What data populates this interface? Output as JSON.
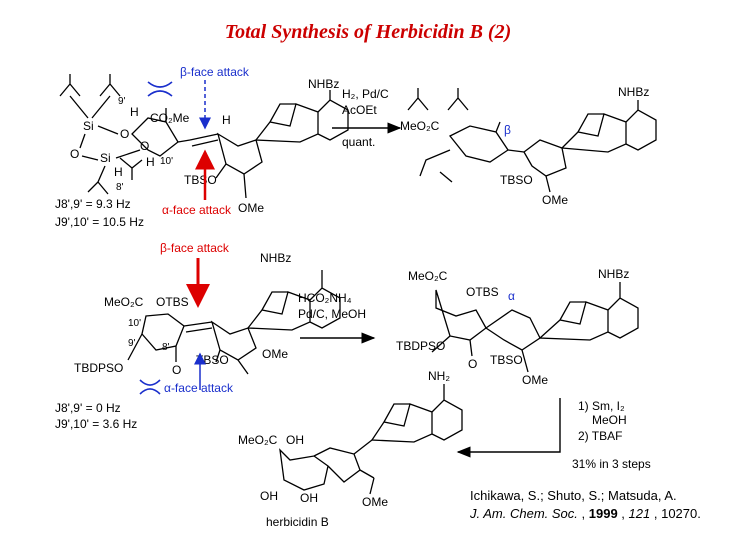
{
  "title": "Total Synthesis of Herbicidin B (2)",
  "colors": {
    "title": "#cc0000",
    "beta_top": "#1a2fcc",
    "alpha_top": "#dd0000",
    "beta_mid": "#dd0000",
    "alpha_mid": "#1a2fcc"
  },
  "scheme1": {
    "beta_attack": "β-face attack",
    "alpha_attack": "α-face attack",
    "nhbz": "NHBz",
    "nhbz_product": "NHBz",
    "co2me": "CO₂Me",
    "meo2c_product": "MeO₂C",
    "tbso": "TBSO",
    "tbso_product": "TBSO",
    "ome": "OMe",
    "ome_product": "OMe",
    "h_9": "H",
    "pos_9": "9'",
    "h_10": "H",
    "pos_10": "10'",
    "h_8": "H",
    "pos_8": "8'",
    "h_vinyl": "H",
    "o1": "O",
    "o2": "O",
    "o3": "O",
    "si1": "Si",
    "si2": "Si",
    "reagent1": "H₂, Pd/C",
    "reagent2": "AcOEt",
    "yield": "quant.",
    "j89": "J8',9' = 9.3 Hz",
    "j910": "J9',10' = 10.5 Hz",
    "beta_label": "β"
  },
  "scheme2": {
    "beta_attack": "β-face attack",
    "alpha_attack": "α-face attack",
    "nhbz": "NHBz",
    "nhbz_product": "NHBz",
    "meo2c": "MeO₂C",
    "meo2c_product": "MeO₂C",
    "otbs": "OTBS",
    "otbs_product": "OTBS",
    "tbdpso": "TBDPSO",
    "tbdpso_product": "TBDPSO",
    "tbso": "TBSO",
    "tbso_product": "TBSO",
    "ome": "OMe",
    "ome_product": "OMe",
    "pos_10": "10'",
    "pos_9": "9'",
    "pos_8": "8'",
    "ketone_o": "O",
    "reagent1": "HCO₂NH₄",
    "reagent2": "Pd/C, MeOH",
    "j89": "J8',9' = 0 Hz",
    "j910": "J9',10' = 3.6 Hz",
    "alpha_label": "α"
  },
  "scheme3": {
    "step1": "1) Sm, I₂",
    "step1b": "MeOH",
    "step2": "2) TBAF",
    "yield": "31% in 3 steps",
    "nh2": "NH₂",
    "meo2c": "MeO₂C",
    "oh1": "OH",
    "oh2": "OH",
    "oh3": "OH",
    "ome": "OMe",
    "product_name": "herbicidin B"
  },
  "reference": {
    "authors": "Ichikawa, S.; Shuto, S.; Matsuda, A.",
    "journal": "J. Am. Chem. Soc.",
    "year": "1999",
    "volume": "121",
    "pages": "10270."
  }
}
